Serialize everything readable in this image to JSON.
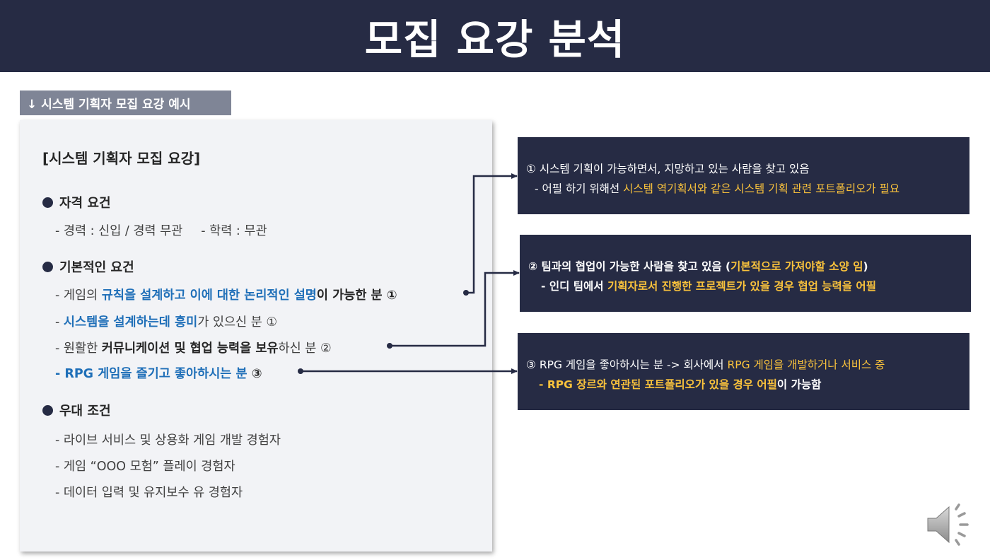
{
  "header": {
    "title": "모집 요강 분석"
  },
  "subtitle": {
    "label": "↓ 시스템 기획자 모집 요강 예시"
  },
  "panel": {
    "heading": "[시스템 기획자 모집 요강]",
    "qualifications": {
      "title": "자격 요건",
      "career": "- 경력 : 신입 / 경력 무관",
      "education": "- 학력 : 무관"
    },
    "basic": {
      "title": "기본적인 요건",
      "item1": {
        "prefix": "- 게임의 ",
        "highlight": "규칙을 설계하고 이에 대한 논리적인 설명",
        "suffix": "이 가능한 분 ①"
      },
      "item2": {
        "prefix": "- ",
        "highlight": "시스템을 설계하는데 흥미",
        "suffix": "가 있으신 분 ①"
      },
      "item3": {
        "prefix": "- 원활한 ",
        "highlight": "커뮤니케이션 및 협업 능력을 보유",
        "suffix": "하신 분 ②"
      },
      "item4": {
        "prefix": "- ",
        "highlight": "RPG 게임을 즐기고 좋아하시는 분",
        "suffix": " ③"
      }
    },
    "preferred": {
      "title": "우대 조건",
      "items": [
        "- 라이브 서비스 및 상용화 게임 개발 경험자",
        "- 게임 “OOO 모험” 플레이 경험자",
        "- 데이터 입력 및 유지보수 유 경험자"
      ]
    }
  },
  "analysis": {
    "box1": {
      "line1": "① 시스템 기획이 가능하면서, 지망하고 있는 사람을 찾고 있음",
      "line2_prefix": "- 어필 하기 위해선 ",
      "line2_highlight": "시스템 역기획서와 같은 시스템 기획 관련 포트폴리오가 필요"
    },
    "box2": {
      "line1_prefix": "② 팀과의 협업이 가능한 사람을 찾고 있음 (",
      "line1_highlight": "기본적으로 가져야할 소양 임",
      "line1_suffix": ")",
      "line2_prefix": "- 인디 팀에서 ",
      "line2_highlight": "기획자로서 진행한 프로젝트가 있을 경우 협업 능력을 어필"
    },
    "box3": {
      "line1_prefix": "③ RPG 게임을 좋아하시는 분 -> 회사에서 ",
      "line1_highlight": "RPG 게임을 개발하거나 서비스 중",
      "line2_highlight": "- RPG 장르와 연관된 포트폴리오가 있을 경우 어필",
      "line2_suffix": "이 가능함"
    }
  },
  "colors": {
    "navy": "#262b44",
    "tag_gray": "#7f8596",
    "panel_bg": "#f2f3f6",
    "highlight_blue": "#1f6fb8",
    "highlight_yellow": "#f9c23c"
  },
  "icons": {
    "audio": "speaker-icon"
  }
}
